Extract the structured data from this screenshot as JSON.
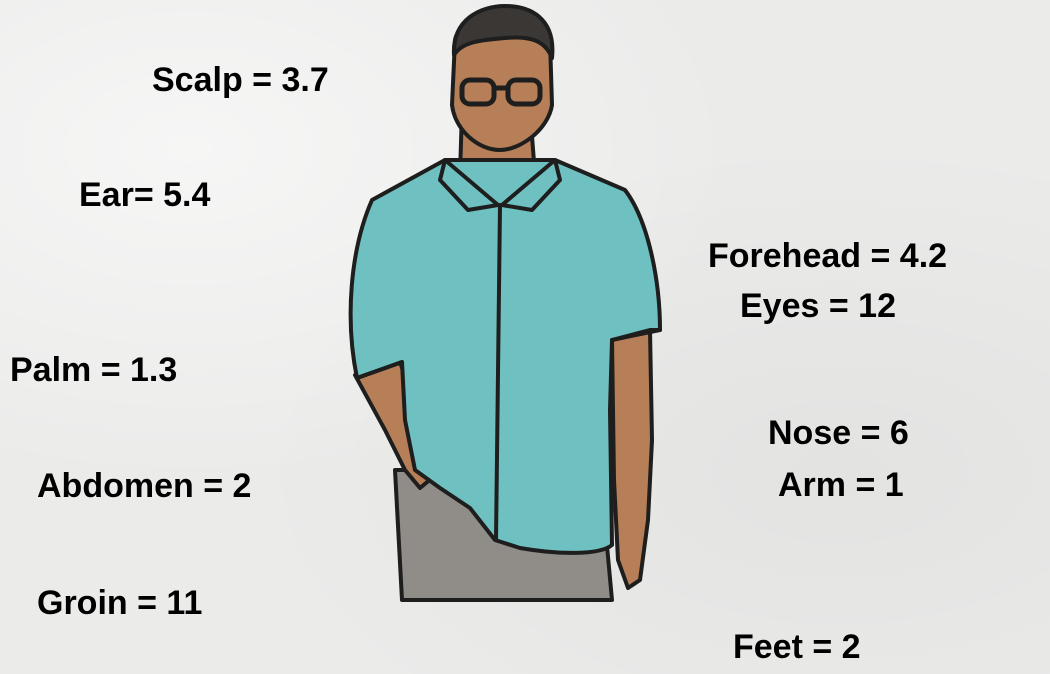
{
  "labels": {
    "scalp": "Scalp = 3.7",
    "ear": "Ear= 5.4",
    "palm": "Palm = 1.3",
    "abdomen": "Abdomen = 2",
    "groin": "Groin = 11",
    "forehead": "Forehead = 4.2",
    "eyes": "Eyes = 12",
    "nose": "Nose = 6",
    "arm": "Arm = 1",
    "feet": "Feet = 2"
  },
  "colors": {
    "background": "#ebebea",
    "shirt": "#6fc0c0",
    "skin": "#b67f57",
    "hair": "#3a3734",
    "pants": "#908c87",
    "outline": "#1e1e1e",
    "text": "#000000"
  }
}
